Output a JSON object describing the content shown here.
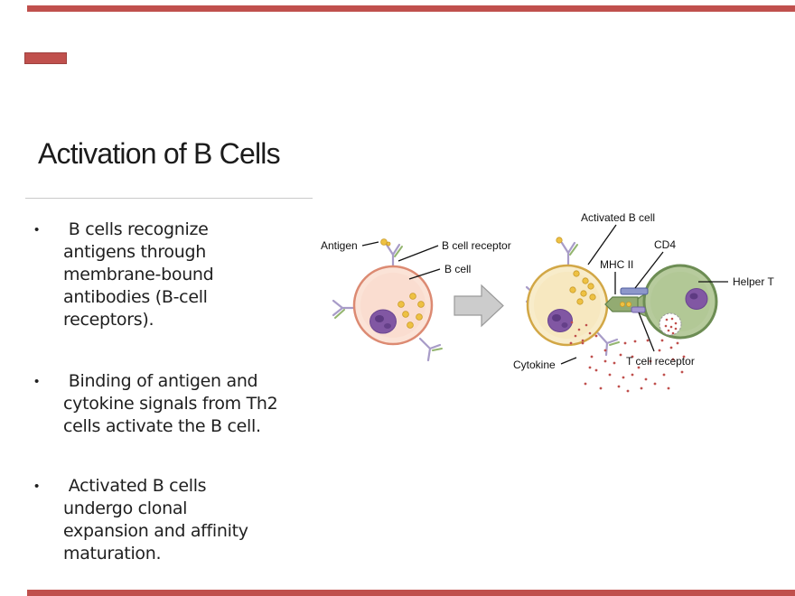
{
  "slide": {
    "title": "Activation of B Cells",
    "bullet_char": "•",
    "accent_color": "#c0504d",
    "bullets": [
      {
        "lines": [
          " B cells recognize",
          "antigens through",
          "membrane-bound",
          "antibodies (B-cell",
          "receptors)."
        ]
      },
      {
        "lines": [
          " Binding of antigen and",
          "cytokine signals from Th2",
          "cells activate the B cell."
        ]
      },
      {
        "lines": [
          " Activated B cells",
          "undergo clonal",
          "expansion and affinity",
          "maturation."
        ]
      }
    ]
  },
  "diagram": {
    "labels": {
      "antigen": "Antigen",
      "b_cell_receptor": "B cell receptor",
      "b_cell": "B cell",
      "activated_b_cell": "Activated B cell",
      "mhc_ii": "MHC II",
      "cd4": "CD4",
      "helper_t": "Helper T",
      "t_cell_receptor": "T cell receptor",
      "cytokine": "Cytokine"
    },
    "colors": {
      "b_cell_fill": "#fbe3d7",
      "b_cell_border": "#dc8a72",
      "activated_b_fill": "#f8ecca",
      "activated_b_border": "#d2a746",
      "helper_t_fill": "#b7cb9d",
      "helper_t_border": "#6d8d54",
      "nucleus": "#8157a3",
      "nucleus_dark": "#5e3b82",
      "antigen_dot": "#eec143",
      "cytokine_dot": "#c0504d",
      "arrow_fill": "#cccccc",
      "arrow_border": "#9a9a9a",
      "cd4_bar": "#8d97cb",
      "tcr_bar": "#a497cf",
      "mhc_green": "#93ab72"
    }
  }
}
